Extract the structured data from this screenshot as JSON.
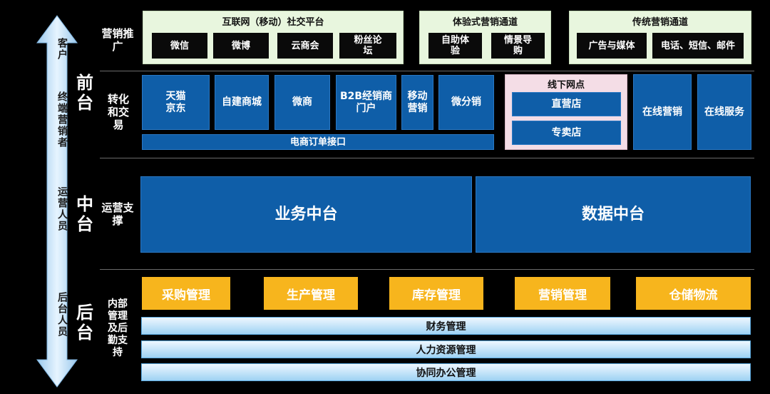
{
  "left_axis": {
    "labels": [
      "客户",
      "终端营销者",
      "运营人员",
      "后台人员"
    ]
  },
  "tiers": [
    "前台",
    "中台",
    "后台"
  ],
  "row_labels": {
    "marketing": "营销推广",
    "transaction": "转化和交易",
    "operations": "运营支撑",
    "support": "内部管理及后勤支持"
  },
  "marketing": {
    "internet": {
      "title": "互联网（移动）社交平台",
      "items": [
        "微信",
        "微博",
        "云商会",
        "粉丝论坛"
      ]
    },
    "experience": {
      "title": "体验式营销通道",
      "items": [
        "自助体验",
        "情景导购"
      ]
    },
    "traditional": {
      "title": "传统营销通道",
      "items": [
        "广告与媒体",
        "电话、短信、邮件"
      ]
    }
  },
  "transaction": {
    "channels": [
      "天猫京东",
      "自建商城",
      "微商",
      "B2B经销商门户",
      "移动营销",
      "微分销"
    ],
    "order_interface": "电商订单接口",
    "offline": {
      "title": "线下网点",
      "items": [
        "直营店",
        "专卖店"
      ]
    },
    "online_marketing": "在线营销",
    "online_service": "在线服务"
  },
  "middle": {
    "business": "业务中台",
    "data": "数据中台"
  },
  "back": {
    "modules": [
      "采购管理",
      "生产管理",
      "库存管理",
      "营销管理",
      "仓储物流"
    ],
    "bars": [
      "财务管理",
      "人力资源管理",
      "协同办公管理"
    ]
  },
  "colors": {
    "blue": "#0f5ea8",
    "orange": "#f7b51d",
    "green_panel": "#e8f6de",
    "pink_panel": "#f4dde6",
    "arrow": "#bfe0f7"
  }
}
